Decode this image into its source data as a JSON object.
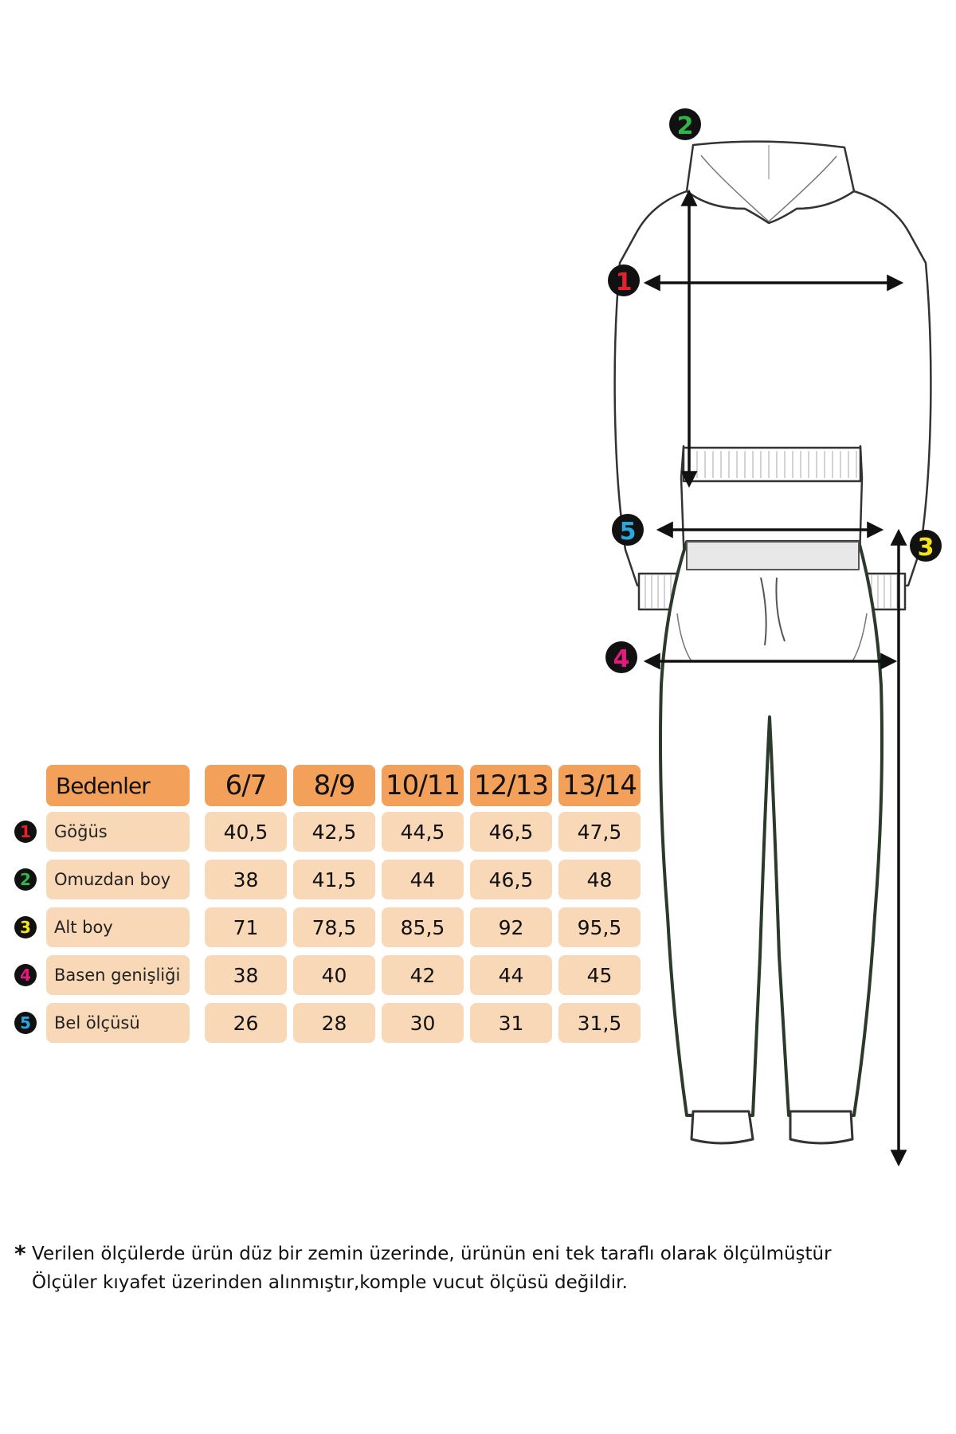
{
  "table": {
    "header_label": "Bedenler",
    "sizes": [
      "6/7",
      "8/9",
      "10/11",
      "12/13",
      "13/14"
    ],
    "rows": [
      {
        "marker": "1",
        "marker_color": "#e8202a",
        "label": "Göğüs",
        "values": [
          "40,5",
          "42,5",
          "44,5",
          "46,5",
          "47,5"
        ]
      },
      {
        "marker": "2",
        "marker_color": "#2fb54a",
        "label": "Omuzdan boy",
        "values": [
          "38",
          "41,5",
          "44",
          "46,5",
          "48"
        ]
      },
      {
        "marker": "3",
        "marker_color": "#f5e41a",
        "label": "Alt boy",
        "values": [
          "71",
          "78,5",
          "85,5",
          "92",
          "95,5"
        ]
      },
      {
        "marker": "4",
        "marker_color": "#e6197f",
        "label": "Basen genişliği",
        "values": [
          "38",
          "40",
          "42",
          "44",
          "45"
        ]
      },
      {
        "marker": "5",
        "marker_color": "#29a8e0",
        "label": "Bel ölçüsü",
        "values": [
          "26",
          "28",
          "30",
          "31",
          "31,5"
        ]
      }
    ]
  },
  "diagram_markers": [
    {
      "number": "1",
      "color": "#e8202a"
    },
    {
      "number": "2",
      "color": "#2fb54a"
    },
    {
      "number": "3",
      "color": "#f5e41a"
    },
    {
      "number": "4",
      "color": "#e6197f"
    },
    {
      "number": "5",
      "color": "#29a8e0"
    }
  ],
  "colors": {
    "header_fill": "#f2a05a",
    "cell_fill": "#f8d8b7"
  },
  "footnote": {
    "symbol": "*",
    "line1": "Verilen ölçülerde ürün düz bir zemin üzerinde, ürünün eni tek taraflı olarak ölçülmüştür",
    "line2": "Ölçüler kıyafet üzerinden alınmıştır,komple vucut ölçüsü değildir."
  }
}
